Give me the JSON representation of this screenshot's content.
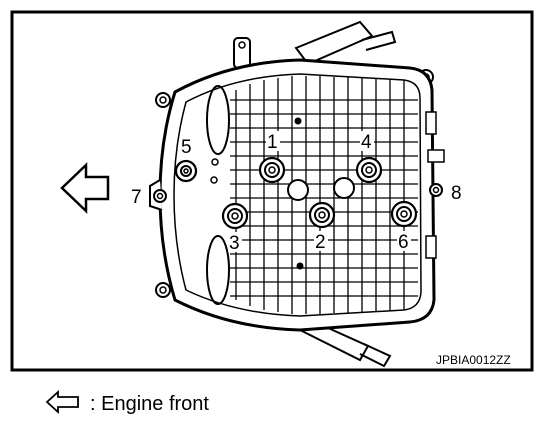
{
  "figure": {
    "bolt_labels": [
      "1",
      "2",
      "3",
      "4",
      "5",
      "6",
      "7",
      "8"
    ],
    "figure_code": "JPBIA0012ZZ",
    "arrow_icon": "hollow-left-arrow-icon"
  },
  "legend": {
    "arrow_icon": "hollow-left-arrow-icon",
    "text": ": Engine front"
  }
}
